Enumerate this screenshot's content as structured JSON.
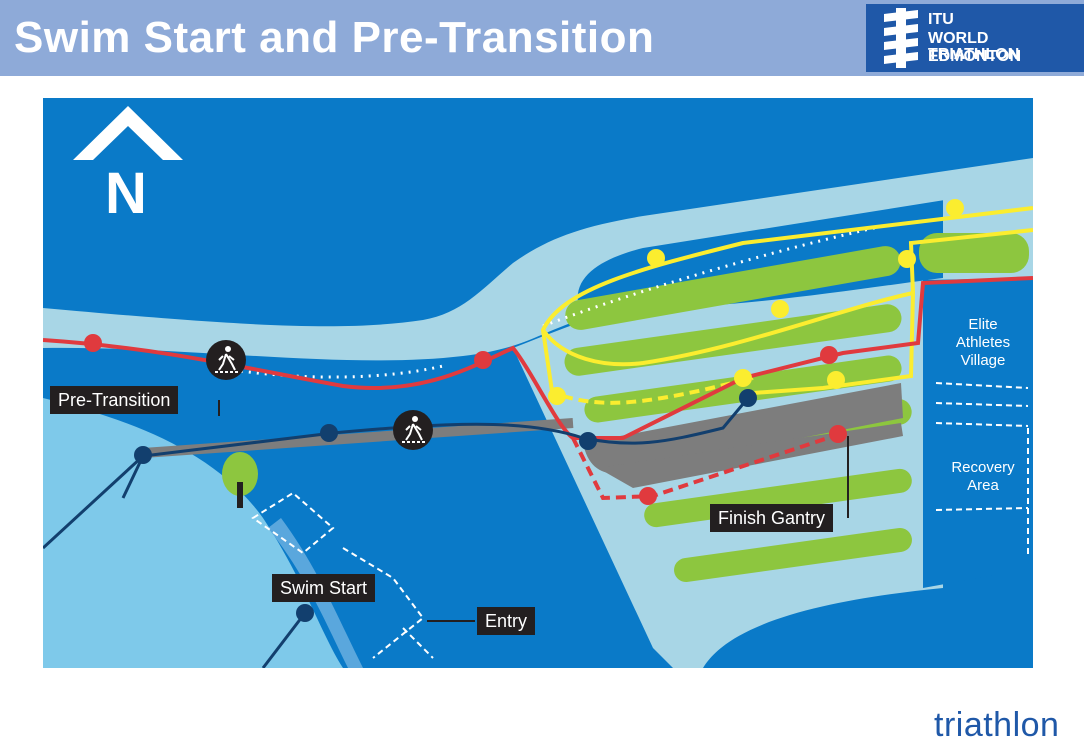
{
  "header": {
    "title": "Swim Start and Pre-Transition",
    "logo": {
      "line1": "ITU",
      "line2": "WORLD TRIATHLON",
      "line3": "EDMONTON"
    }
  },
  "map": {
    "north_label": "N",
    "labels": {
      "pre_transition": "Pre-Transition",
      "swim_start": "Swim Start",
      "entry": "Entry",
      "finish_gantry": "Finish Gantry"
    },
    "zones": {
      "elite_village": [
        "Elite",
        "Athletes",
        "Village"
      ],
      "recovery": [
        "Recovery",
        "Area"
      ]
    },
    "colors": {
      "water": "#0a7ac8",
      "land": "#a8d6e6",
      "lake": "#7ec9ea",
      "grass": "#8dc63f",
      "run_route": "#e03a3e",
      "bike_route": "#fbed2f",
      "swim_route": "#123f6e",
      "road": "#7d7d7d"
    }
  },
  "footer": {
    "brand": "triathlon"
  }
}
